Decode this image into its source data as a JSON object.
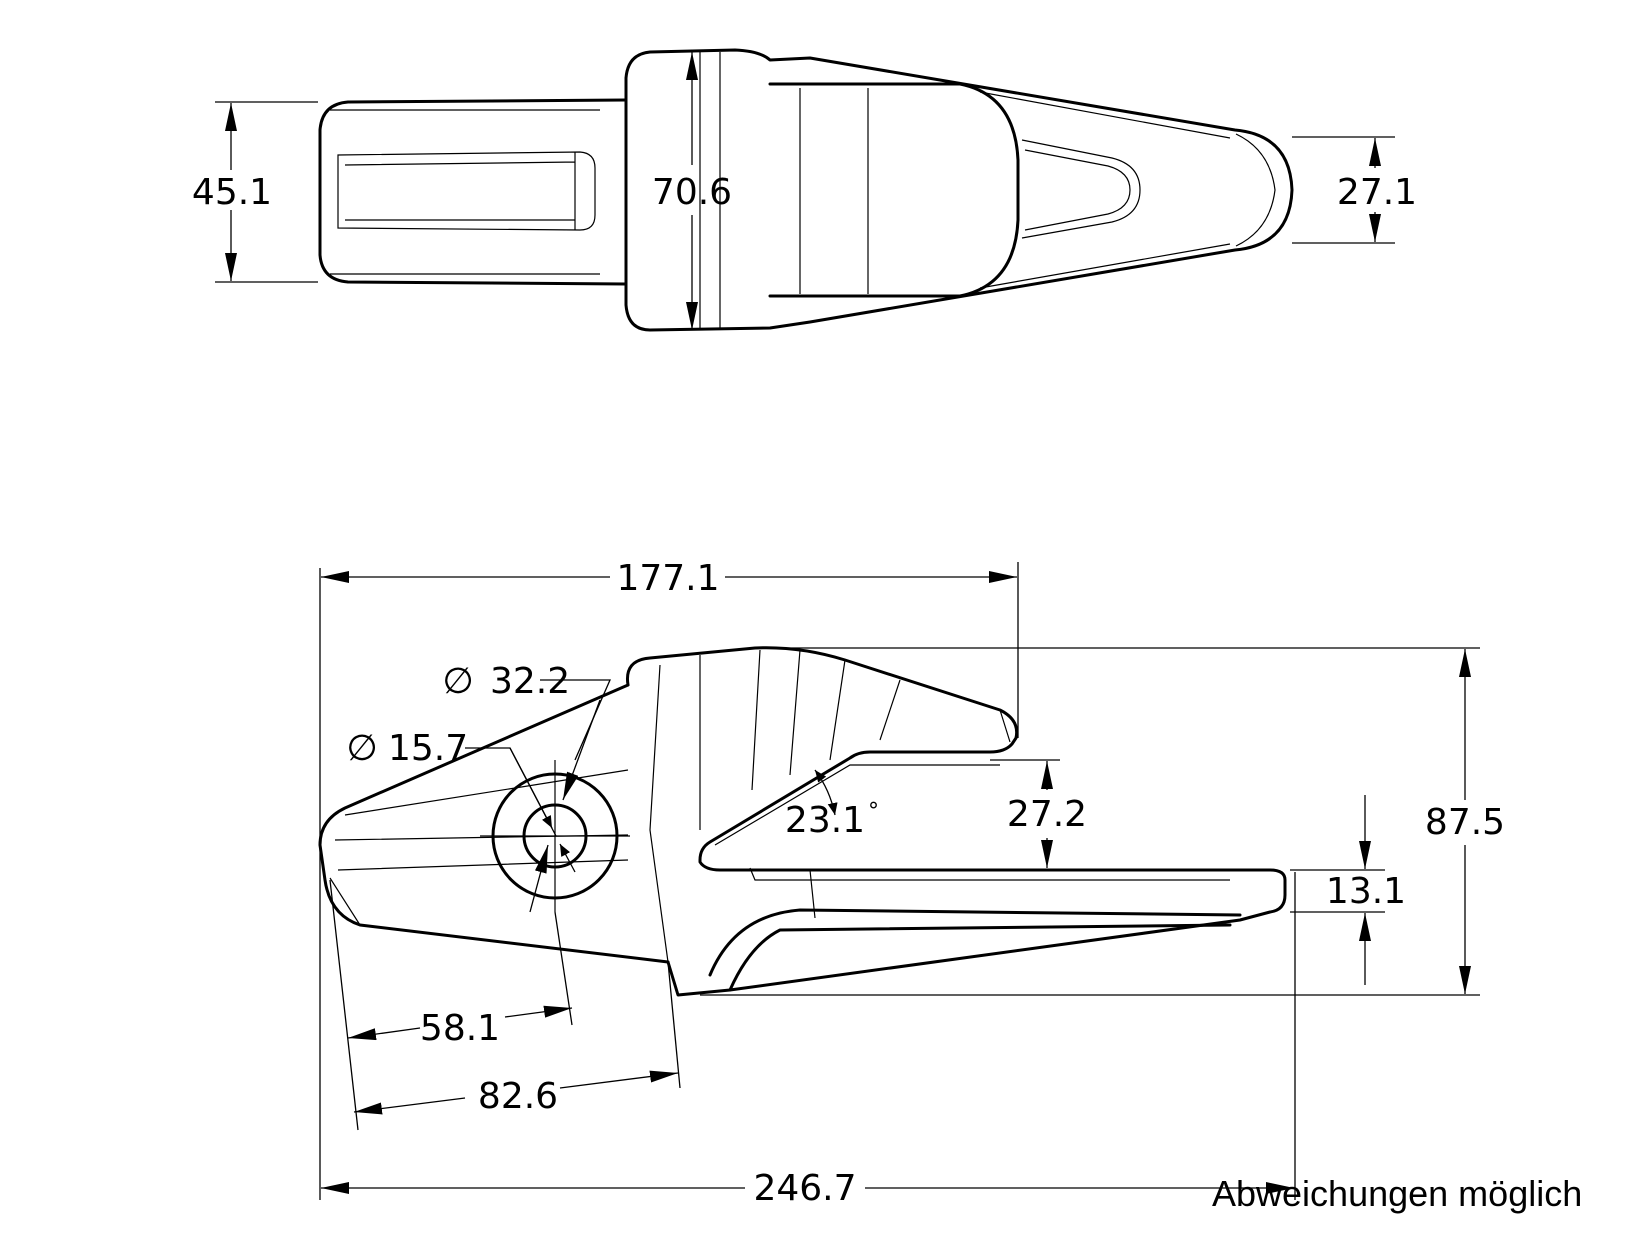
{
  "top_view": {
    "dim_width_rear": "45.1",
    "dim_width_mid": "70.6",
    "dim_width_tip": "27.1"
  },
  "side_view": {
    "dim_length_to_nose": "177.1",
    "dim_bore_outer": "32.2",
    "dim_bore_inner": "15.7",
    "dim_angle": "23.1",
    "angle_unit": "°",
    "dim_socket_height": "27.2",
    "dim_tip_height": "13.1",
    "dim_total_height": "87.5",
    "dim_pin_to_rear": "58.1",
    "dim_flange_to_rear": "82.6",
    "dim_total_length": "246.7"
  },
  "note": "Abweichungen möglich",
  "diameter_symbol": "∅"
}
